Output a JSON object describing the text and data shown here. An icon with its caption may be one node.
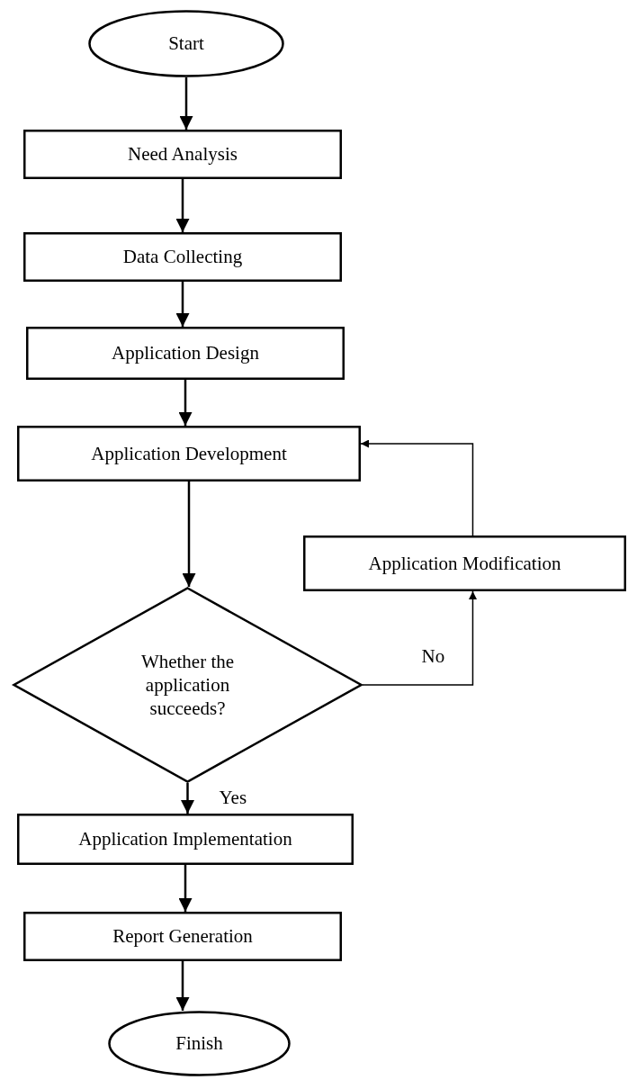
{
  "diagram": {
    "nodes": [
      {
        "text": [
          "Start"
        ]
      },
      {
        "text": [
          "Need Analysis"
        ]
      },
      {
        "text": [
          "Data Collecting"
        ]
      },
      {
        "text": [
          "Application Design"
        ]
      },
      {
        "text": [
          "Application Development"
        ]
      },
      {
        "text": [
          "Application Modification"
        ]
      },
      {
        "text": [
          "Whether the application succeeds?"
        ]
      },
      {
        "text": [
          "Application Implementation"
        ]
      },
      {
        "text": [
          "Report Generation"
        ]
      },
      {
        "text": [
          "Finish"
        ]
      }
    ],
    "edges": [
      {
        "from": 0,
        "to": 1,
        "arrow": "to"
      },
      {
        "from": 1,
        "to": 2,
        "arrow": "to"
      },
      {
        "from": 2,
        "to": 3,
        "arrow": "to"
      },
      {
        "from": 3,
        "to": 4,
        "arrow": "to"
      },
      {
        "from": 4,
        "to": 6,
        "arrow": "to"
      },
      {
        "from": 6,
        "to": 5,
        "arrow": "to",
        "label": "No"
      },
      {
        "from": 5,
        "to": 4,
        "arrow": "to"
      },
      {
        "from": 6,
        "to": 7,
        "arrow": "to",
        "label": "Yes"
      },
      {
        "from": 7,
        "to": 8,
        "arrow": "to"
      },
      {
        "from": 8,
        "to": 9,
        "arrow": "to"
      }
    ]
  }
}
